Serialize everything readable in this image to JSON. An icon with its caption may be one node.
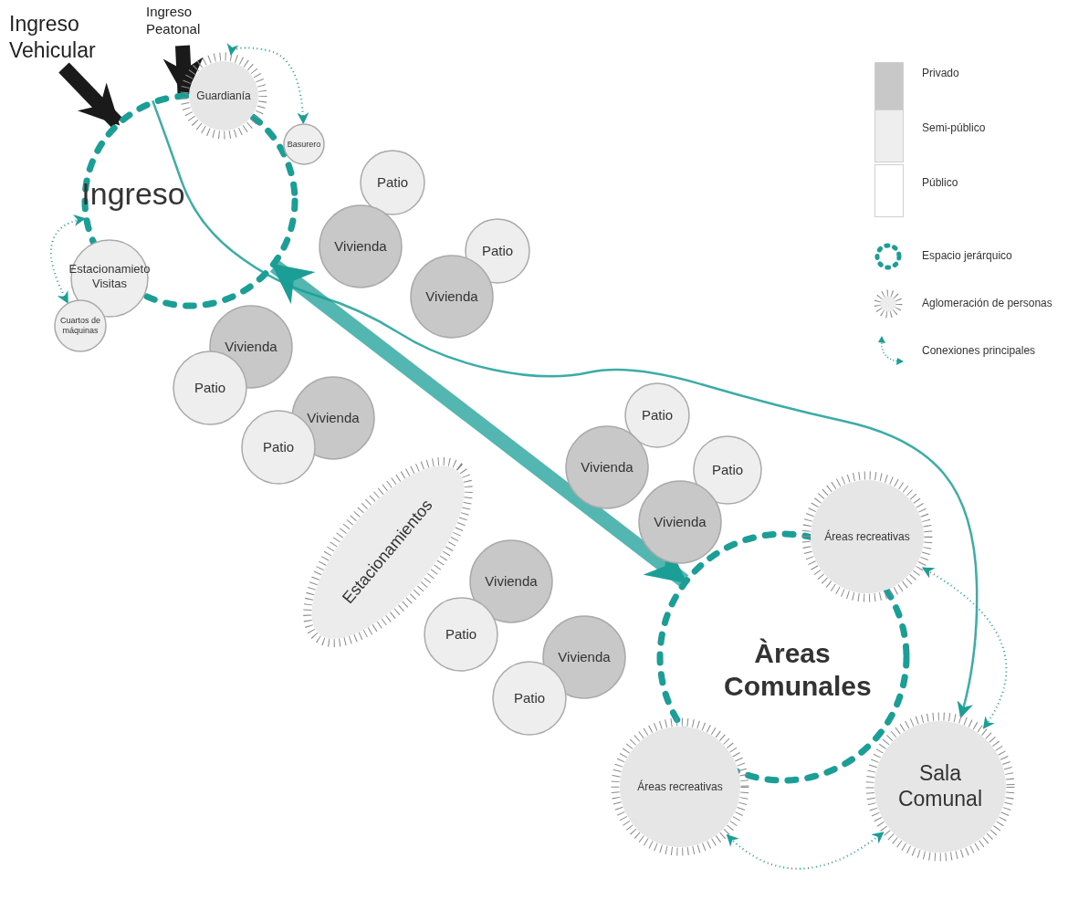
{
  "diagram": {
    "nodes": [
      {
        "text": [
          "Ingreso Vehicular"
        ]
      },
      {
        "text": [
          "Ingreso Peatonal"
        ]
      },
      {
        "text": [
          "Ingreso"
        ]
      },
      {
        "text": [
          "Guardianía"
        ]
      },
      {
        "text": [
          "Basurero"
        ]
      },
      {
        "text": [
          "Estacionamieto Visitas"
        ]
      },
      {
        "text": [
          "Cuartos de máquinas"
        ]
      },
      {
        "text": [
          "Patio"
        ]
      },
      {
        "text": [
          "Vivienda"
        ]
      },
      {
        "text": [
          "Patio"
        ]
      },
      {
        "text": [
          "Vivienda"
        ]
      },
      {
        "text": [
          "Vivienda"
        ]
      },
      {
        "text": [
          "Patio"
        ]
      },
      {
        "text": [
          "Vivienda"
        ]
      },
      {
        "text": [
          "Patio"
        ]
      },
      {
        "text": [
          "Estacionamientos"
        ]
      },
      {
        "text": [
          "Patio"
        ]
      },
      {
        "text": [
          "Vivienda"
        ]
      },
      {
        "text": [
          "Patio"
        ]
      },
      {
        "text": [
          "Vivienda"
        ]
      },
      {
        "text": [
          "Vivienda"
        ]
      },
      {
        "text": [
          "Patio"
        ]
      },
      {
        "text": [
          "Vivienda"
        ]
      },
      {
        "text": [
          "Patio"
        ]
      },
      {
        "text": [
          "Àreas Comunales"
        ]
      },
      {
        "text": [
          "Áreas recreativas"
        ]
      },
      {
        "text": [
          "Áreas recreativas"
        ]
      },
      {
        "text": [
          "Sala Comunal"
        ]
      }
    ],
    "edges": [
      {
        "from": 0,
        "to": 2,
        "arrow": "to",
        "style": "thick",
        "color": "#1a1a1a"
      },
      {
        "from": 1,
        "to": 2,
        "arrow": "to",
        "style": "thick",
        "color": "#1a1a1a"
      },
      {
        "from": 2,
        "to": 24,
        "arrow": "both",
        "style": "thick"
      },
      {
        "from": 2,
        "to": 27,
        "arrow": "to"
      },
      {
        "from": 3,
        "to": 4,
        "arrow": "both",
        "style": "dashed"
      },
      {
        "from": 2,
        "to": 6,
        "arrow": "both",
        "style": "dashed"
      },
      {
        "from": 25,
        "to": 27,
        "arrow": "both",
        "style": "dashed"
      },
      {
        "from": 26,
        "to": 27,
        "arrow": "both",
        "style": "dashed"
      }
    ],
    "legend": [
      {
        "text": "Privado",
        "color": "#c8c8c8"
      },
      {
        "text": "Semi-público",
        "color": "#eeeeee"
      },
      {
        "text": "Público",
        "color": "#ffffff"
      },
      {
        "text": "Espacio jerárquico"
      },
      {
        "text": "Aglomeración de personas"
      },
      {
        "text": "Conexiones principales"
      }
    ]
  }
}
